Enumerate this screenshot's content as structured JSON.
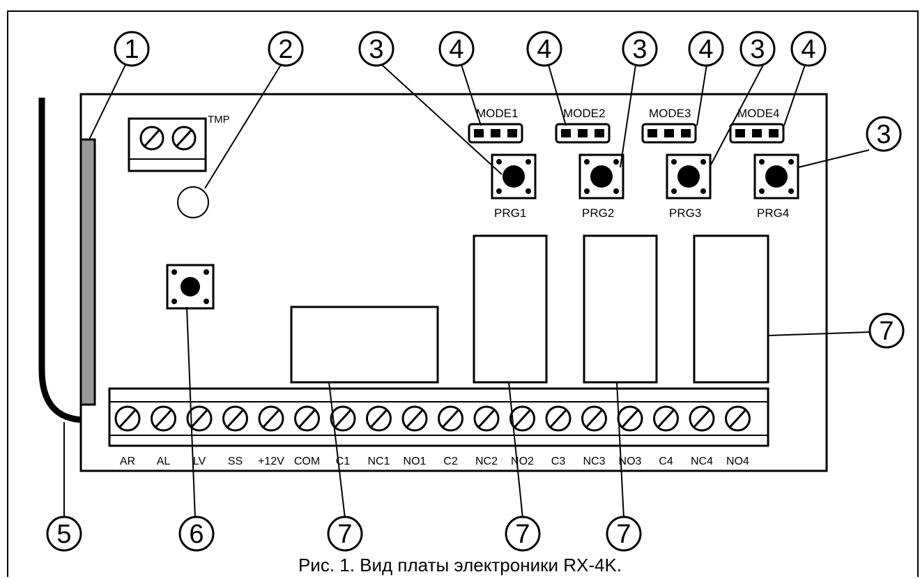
{
  "pcb": {
    "tamper_label": "TMP",
    "mode_labels": [
      "MODE1",
      "MODE2",
      "MODE3",
      "MODE4"
    ],
    "prg_labels": [
      "PRG1",
      "PRG2",
      "PRG3",
      "PRG4"
    ],
    "terminal_labels": [
      "AR",
      "AL",
      "LV",
      "SS",
      "+12V",
      "COM",
      "C1",
      "NC1",
      "NO1",
      "C2",
      "NC2",
      "NO2",
      "C3",
      "NC3",
      "NO3",
      "C4",
      "NC4",
      "NO4"
    ]
  },
  "callouts": [
    "1",
    "2",
    "3",
    "4",
    "4",
    "3",
    "4",
    "3",
    "4",
    "3",
    "5",
    "6",
    "7",
    "7",
    "7",
    "7"
  ],
  "caption": "Рис. 1. Вид платы электроники RX-4K."
}
